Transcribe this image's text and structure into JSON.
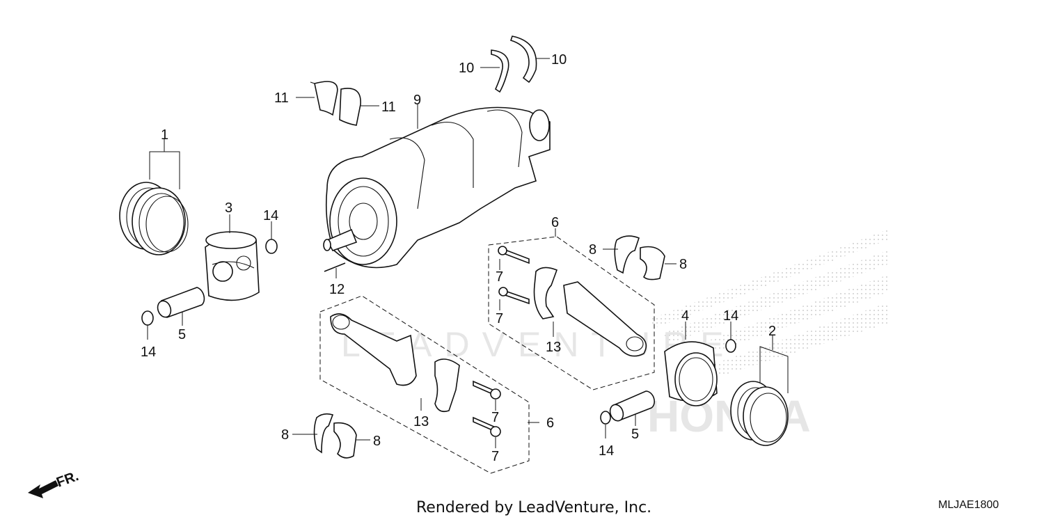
{
  "footer": {
    "rendered_by": "Rendered by LeadVenture, Inc."
  },
  "diagram_code": "MLJAE1800",
  "direction_label": "FR.",
  "watermark": {
    "text": "LEADVENTURE",
    "brand": "HONDA"
  },
  "callouts": {
    "c1": "1",
    "c2": "2",
    "c3": "3",
    "c4": "4",
    "c5a": "5",
    "c5b": "5",
    "c6a": "6",
    "c6b": "6",
    "c7a": "7",
    "c7b": "7",
    "c7c": "7",
    "c7d": "7",
    "c8a": "8",
    "c8b": "8",
    "c8c": "8",
    "c8d": "8",
    "c9": "9",
    "c10a": "10",
    "c10b": "10",
    "c11a": "11",
    "c11b": "11",
    "c12": "12",
    "c13a": "13",
    "c13b": "13",
    "c14a": "14",
    "c14b": "14",
    "c14c": "14",
    "c14d": "14"
  }
}
